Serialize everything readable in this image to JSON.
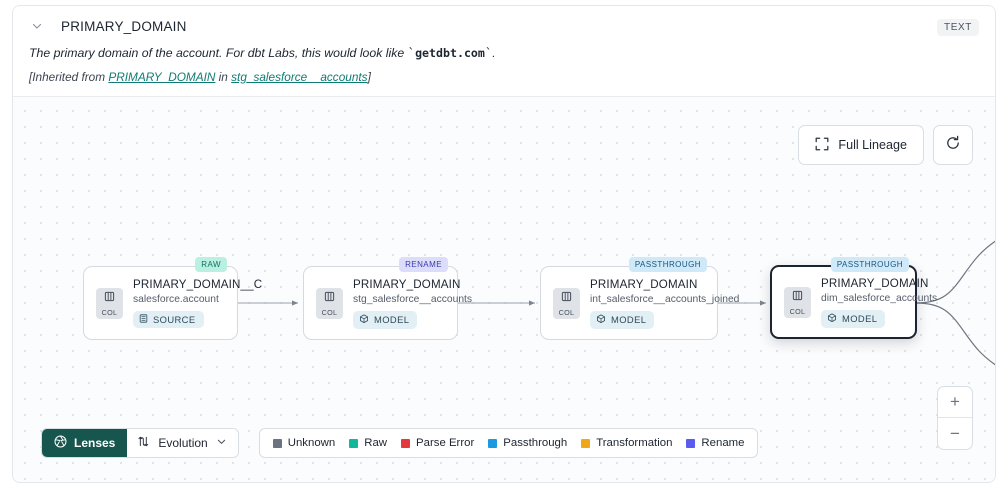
{
  "header": {
    "collapse_icon": "chevron-down-icon",
    "title": "PRIMARY_DOMAIN",
    "type_badge": "TEXT",
    "description_pre": "The primary domain of the account. For dbt Labs, this would look like ",
    "description_code": "getdbt.com",
    "description_post": ".",
    "inherited_pre": "[Inherited from ",
    "inherited_link_1": "PRIMARY_DOMAIN",
    "inherited_mid": " in ",
    "inherited_link_2": "stg_salesforce__accounts",
    "inherited_post": "]"
  },
  "controls": {
    "full_lineage_label": "Full Lineage",
    "full_lineage_icon": "expand-corners-icon",
    "refresh_icon": "refresh-icon",
    "zoom_in_label": "+",
    "zoom_out_label": "−"
  },
  "lineage": {
    "nodes": [
      {
        "tag": "RAW",
        "tag_kind": "raw",
        "badge": "COL",
        "badge_icon": "column-icon",
        "name": "PRIMARY_DOMAIN__C",
        "subtitle": "salesforce.account",
        "pill": "SOURCE",
        "pill_icon": "database-icon",
        "selected": false
      },
      {
        "tag": "RENAME",
        "tag_kind": "rename",
        "badge": "COL",
        "badge_icon": "column-icon",
        "name": "PRIMARY_DOMAIN",
        "subtitle": "stg_salesforce__accounts",
        "pill": "MODEL",
        "pill_icon": "cube-icon",
        "selected": false
      },
      {
        "tag": "PASSTHROUGH",
        "tag_kind": "passthrough",
        "badge": "COL",
        "badge_icon": "column-icon",
        "name": "PRIMARY_DOMAIN",
        "subtitle": "int_salesforce__accounts_joined",
        "pill": "MODEL",
        "pill_icon": "cube-icon",
        "selected": false
      },
      {
        "tag": "PASSTHROUGH",
        "tag_kind": "passthrough",
        "badge": "COL",
        "badge_icon": "column-icon",
        "name": "PRIMARY_DOMAIN",
        "subtitle": "dim_salesforce_accounts",
        "pill": "MODEL",
        "pill_icon": "cube-icon",
        "selected": true
      }
    ]
  },
  "toolbar": {
    "lenses_label": "Lenses",
    "lenses_icon": "aperture-icon",
    "evolution_label": "Evolution",
    "evolution_icon": "sort-arrows-icon",
    "evolution_chevron": "chevron-down-icon",
    "legend": [
      {
        "label": "Unknown",
        "color": "#6b7280"
      },
      {
        "label": "Raw",
        "color": "#0fb89b"
      },
      {
        "label": "Parse Error",
        "color": "#e4393c"
      },
      {
        "label": "Passthrough",
        "color": "#1b9ae0"
      },
      {
        "label": "Transformation",
        "color": "#f0a818"
      },
      {
        "label": "Rename",
        "color": "#5b5bef"
      }
    ]
  }
}
